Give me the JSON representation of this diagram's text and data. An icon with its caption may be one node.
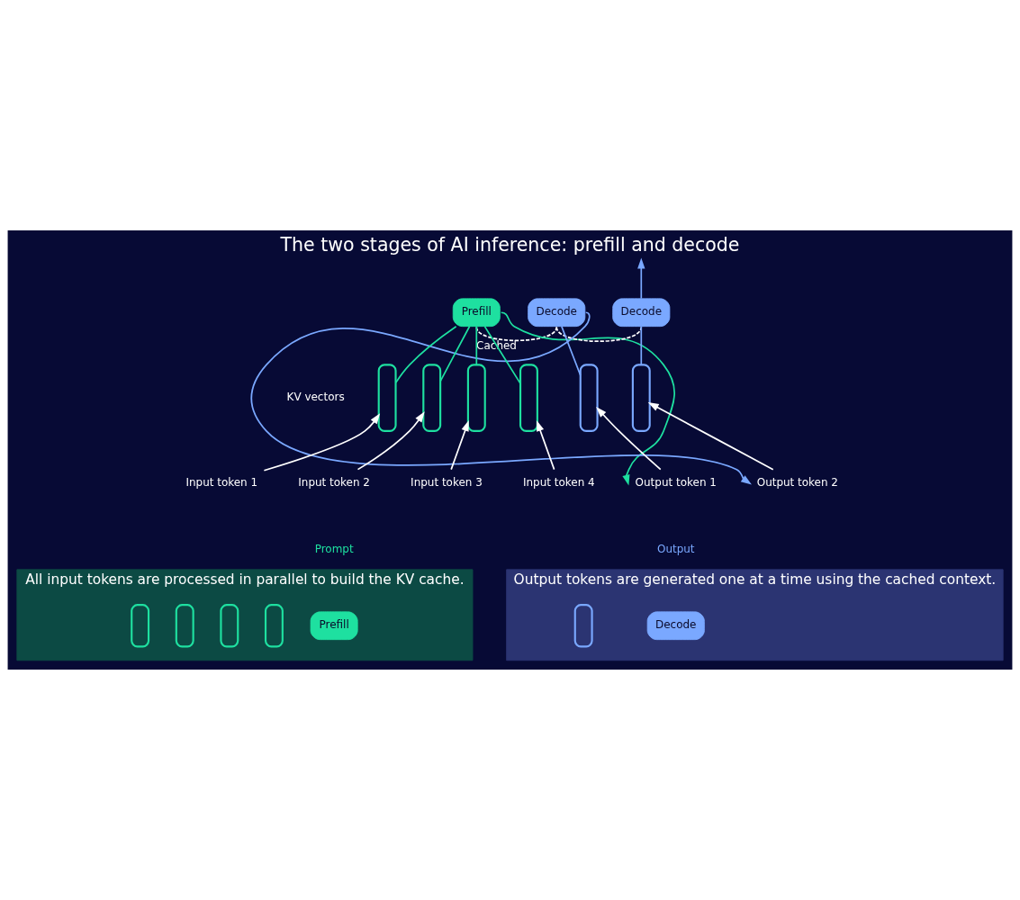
{
  "diagram": {
    "title": "The two stages of AI inference: prefill and decode",
    "nodes": [
      {
        "text": [
          "Prefill"
        ]
      },
      {
        "text": [
          "Decode"
        ]
      },
      {
        "text": [
          "Decode"
        ]
      },
      {
        "text": [],
        "shape": "box"
      },
      {
        "text": [],
        "shape": "box"
      },
      {
        "text": [],
        "shape": "box"
      },
      {
        "text": [],
        "shape": "box"
      },
      {
        "text": [],
        "shape": "box"
      },
      {
        "text": [],
        "shape": "box"
      },
      {
        "text": [
          "Input token 1"
        ]
      },
      {
        "text": [
          "Input token 2"
        ]
      },
      {
        "text": [
          "Input token 3"
        ]
      },
      {
        "text": [
          "Input token 4"
        ]
      },
      {
        "text": [
          "Output token 1"
        ]
      },
      {
        "text": [
          "Output token 2"
        ]
      },
      {
        "text": [
          "All input tokens are processed in parallel to build the KV cache."
        ]
      },
      {
        "text": [
          "Prefill"
        ],
        "in": 15
      },
      {
        "text": [],
        "shape": "box",
        "in": 15
      },
      {
        "text": [],
        "shape": "box",
        "in": 15
      },
      {
        "text": [],
        "shape": "box",
        "in": 15
      },
      {
        "text": [],
        "shape": "box",
        "in": 15
      },
      {
        "text": [
          "Output tokens are generated one at a time using the cached context."
        ]
      },
      {
        "text": [
          "Decode"
        ],
        "in": 21
      },
      {
        "text": [],
        "shape": "box",
        "in": 21
      }
    ],
    "edges": [
      {
        "from": 9,
        "to": 3,
        "arrow": "to",
        "color": "#ffffff"
      },
      {
        "from": 10,
        "to": 4,
        "arrow": "to",
        "color": "#ffffff"
      },
      {
        "from": 11,
        "to": 5,
        "arrow": "to",
        "color": "#ffffff"
      },
      {
        "from": 12,
        "to": 6,
        "arrow": "to",
        "color": "#ffffff"
      },
      {
        "from": 3,
        "to": 0,
        "arrow": "none",
        "color": "#1ee0a0"
      },
      {
        "from": 4,
        "to": 0,
        "arrow": "none",
        "color": "#1ee0a0"
      },
      {
        "from": 5,
        "to": 0,
        "arrow": "none",
        "color": "#1ee0a0"
      },
      {
        "from": 6,
        "to": 0,
        "arrow": "none",
        "color": "#1ee0a0"
      },
      {
        "from": 0,
        "to": 13,
        "arrow": "to",
        "color": "#1ee0a0"
      },
      {
        "from": 13,
        "to": 7,
        "arrow": "to",
        "color": "#ffffff"
      },
      {
        "from": 7,
        "to": 1,
        "arrow": "none",
        "color": "#7aa8ff"
      },
      {
        "from": 1,
        "to": 14,
        "arrow": "to",
        "color": "#7aa8ff"
      },
      {
        "from": 14,
        "to": 8,
        "arrow": "to",
        "color": "#ffffff"
      },
      {
        "from": 8,
        "to": 2,
        "arrow": "none",
        "color": "#7aa8ff"
      },
      {
        "from": 2,
        "to": null,
        "arrow": "to",
        "color": "#7aa8ff"
      },
      {
        "from": 0,
        "to": 1,
        "arrow": "none",
        "label": "Cached",
        "style": "dashed",
        "color": "#ffffff"
      },
      {
        "from": 1,
        "to": 2,
        "arrow": "none",
        "style": "dashed",
        "color": "#ffffff"
      }
    ],
    "labels": [
      "KV vectors",
      "Prompt",
      "Output"
    ]
  }
}
